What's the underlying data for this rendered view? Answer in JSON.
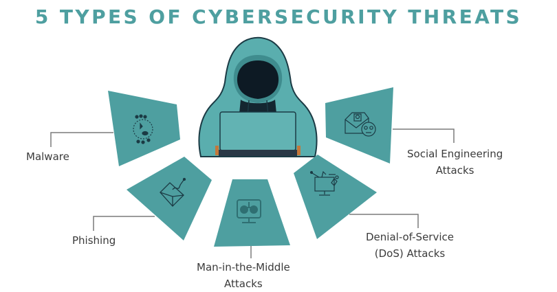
{
  "title": "5 TYPES OF CYBERSECURITY THREATS",
  "colors": {
    "accent": "#4e9fa0",
    "shape_fill": "#4e9fa0",
    "hoodie": "#5aaeae",
    "laptop": "#62b3b3",
    "face": "#0d1a24",
    "connector": "#7a7a7a",
    "label_text": "#3a3a3a"
  },
  "center_figure": {
    "description": "Hooded hacker with laptop",
    "icon": "hacker-icon"
  },
  "threats": [
    {
      "label_line1": "Malware",
      "label_line2": "",
      "icon": "virus-icon"
    },
    {
      "label_line1": "Phishing",
      "label_line2": "",
      "icon": "hooked-envelope-icon"
    },
    {
      "label_line1": "Man-in-the-Middle",
      "label_line2": "Attacks",
      "icon": "monitor-intercept-icon"
    },
    {
      "label_line1": "Denial-of-Service",
      "label_line2": "(DoS) Attacks",
      "icon": "computer-network-attack-icon"
    },
    {
      "label_line1": "Social Engineering",
      "label_line2": "Attacks",
      "icon": "envelope-skull-icon"
    }
  ]
}
